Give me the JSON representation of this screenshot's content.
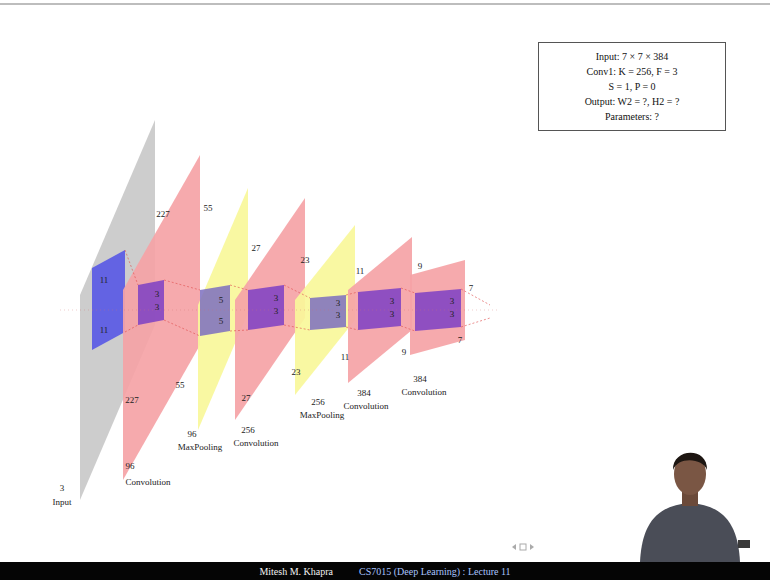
{
  "diagram": {
    "nodes": [
      {
        "text": [
          "Input: 7 × 7 × 384",
          "Conv1: K = 256, F = 3",
          "S = 1, P = 0",
          "Output: W2 = ?, H2 = ?",
          "Parameters: ?"
        ]
      },
      {
        "text": [
          "Mitesh M. Khapra",
          "CS7015 (Deep Learning) : Lecture 11"
        ]
      }
    ],
    "labels": [
      "11",
      "11",
      "227",
      "227",
      "3",
      "Input",
      "3",
      "3",
      "96",
      "Convolution",
      "55",
      "55",
      "5",
      "5",
      "96",
      "MaxPooling",
      "27",
      "27",
      "3",
      "3",
      "256",
      "Convolution",
      "23",
      "23",
      "3",
      "3",
      "256",
      "MaxPooling",
      "11",
      "11",
      "3",
      "3",
      "384",
      "Convolution",
      "9",
      "9",
      "3",
      "3",
      "384",
      "Convolution",
      "7",
      "7"
    ]
  }
}
